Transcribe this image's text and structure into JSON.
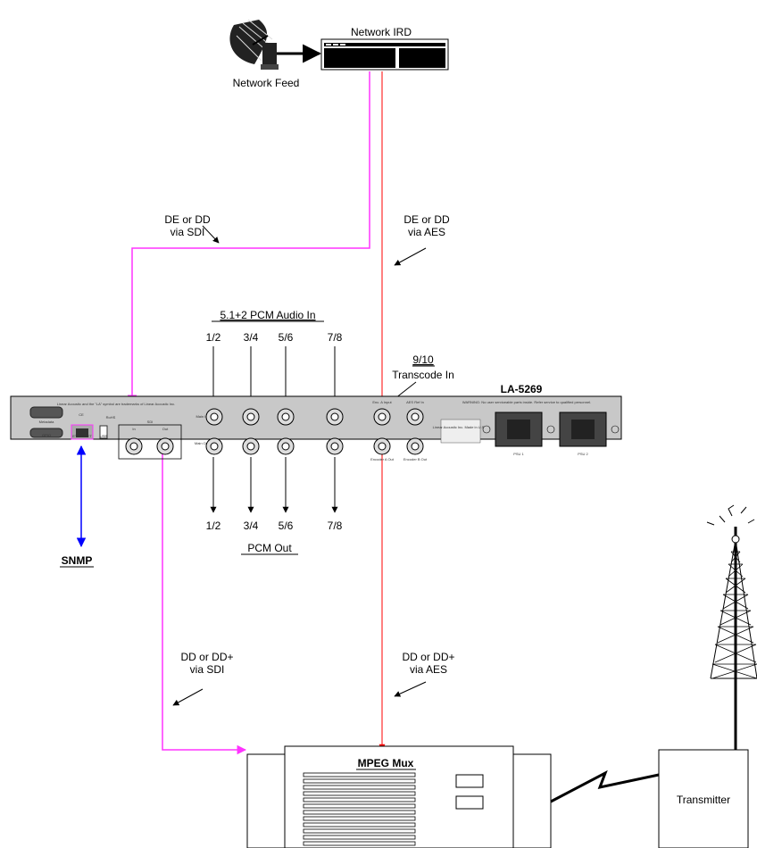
{
  "labels": {
    "network_ird": "Network IRD",
    "network_feed": "Network Feed",
    "de_dd_sdi_line1": "DE or DD",
    "de_dd_sdi_line2": "via SDI",
    "de_dd_aes_line1": "DE or DD",
    "de_dd_aes_line2": "via AES",
    "pcm_audio_in": "5.1+2 PCM Audio In",
    "in_12": "1/2",
    "in_34": "3/4",
    "in_56": "5/6",
    "in_78": "7/8",
    "transcode_910": "9/10",
    "transcode_in": "Transcode In",
    "device_name": "LA-5269",
    "out_12": "1/2",
    "out_34": "3/4",
    "out_56": "5/6",
    "out_78": "7/8",
    "pcm_out": "PCM Out",
    "snmp": "SNMP",
    "dd_sdi_line1": "DD or DD+",
    "dd_sdi_line2": "via SDI",
    "dd_aes_line1": "DD or DD+",
    "dd_aes_line2": "via AES",
    "mpeg_mux": "MPEG Mux",
    "transmitter": "Transmitter"
  },
  "panel_text": {
    "metadata": "Metadata",
    "gpio": "GPIO",
    "ethernet": "ETHERNET",
    "usb": "USB",
    "rohs": "RoHS",
    "ce": "CE",
    "sdi": "SDI",
    "sdi_in": "In",
    "sdi_out": "Out",
    "main_in": "Main In",
    "main_out": "Main Out",
    "enc_a_input": "Enc. A Input",
    "aes_ref_in": "AES Ref In",
    "encoder_a_out": "Encoder A Out",
    "encoder_b_out": "Encoder B Out",
    "psu1": "PSU 1",
    "psu2": "PSU 2",
    "made_in": "Linear Acoustic Inc. Made in U.S.A.",
    "warning": "WARNING: No user serviceable parts inside. Refer service to qualified personnel.",
    "trademark": "Linear Acoustic and the \"LA\" symbol are trademarks of Linear Acoustic Inc."
  },
  "colors": {
    "sdi_path": "#ff33ff",
    "aes_path": "#ff0000",
    "snmp_path": "#0000ff",
    "panel": "#c8c8c8",
    "black": "#000000"
  }
}
